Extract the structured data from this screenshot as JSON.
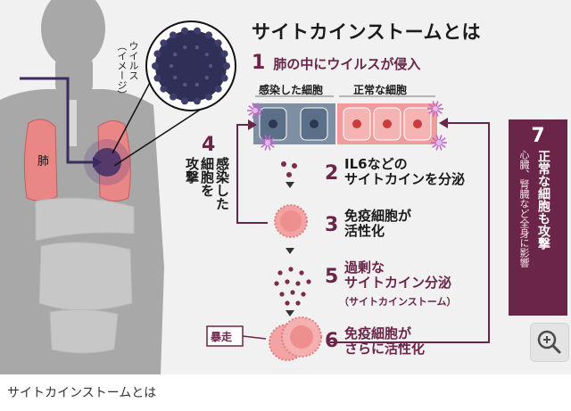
{
  "title": "サイトカインストームとは",
  "virus_label": "ウイルス\n（イメージ）",
  "lung_label": "肺",
  "cells": {
    "infected_label": "感染した細胞",
    "normal_label": "正常な細胞"
  },
  "steps": [
    {
      "num": "1",
      "text": "肺の中にウイルスが侵入"
    },
    {
      "num": "2",
      "text": "IL6などの\nサイトカインを分泌"
    },
    {
      "num": "3",
      "text": "免疫細胞が\n活性化"
    },
    {
      "num": "4",
      "text": "感染した\n細胞を\n攻撃"
    },
    {
      "num": "5",
      "text": "過剰な\nサイトカイン分泌",
      "sub": "（サイトカインストーム）"
    },
    {
      "num": "6",
      "text": "免疫細胞が\nさらに活性化"
    },
    {
      "num": "7",
      "text": "正常な細胞も攻撃",
      "sub": "心臓、腎臓など全身に影響"
    }
  ],
  "runaway_label": "暴走",
  "caption": "サイトカインストームとは",
  "icons": {
    "zoom": "zoom-in-icon"
  },
  "colors": {
    "accent": "#6a2548",
    "cell_pink": "#e27e7e",
    "cell_blue": "#5c6f88",
    "virus": "#2f2f57"
  }
}
